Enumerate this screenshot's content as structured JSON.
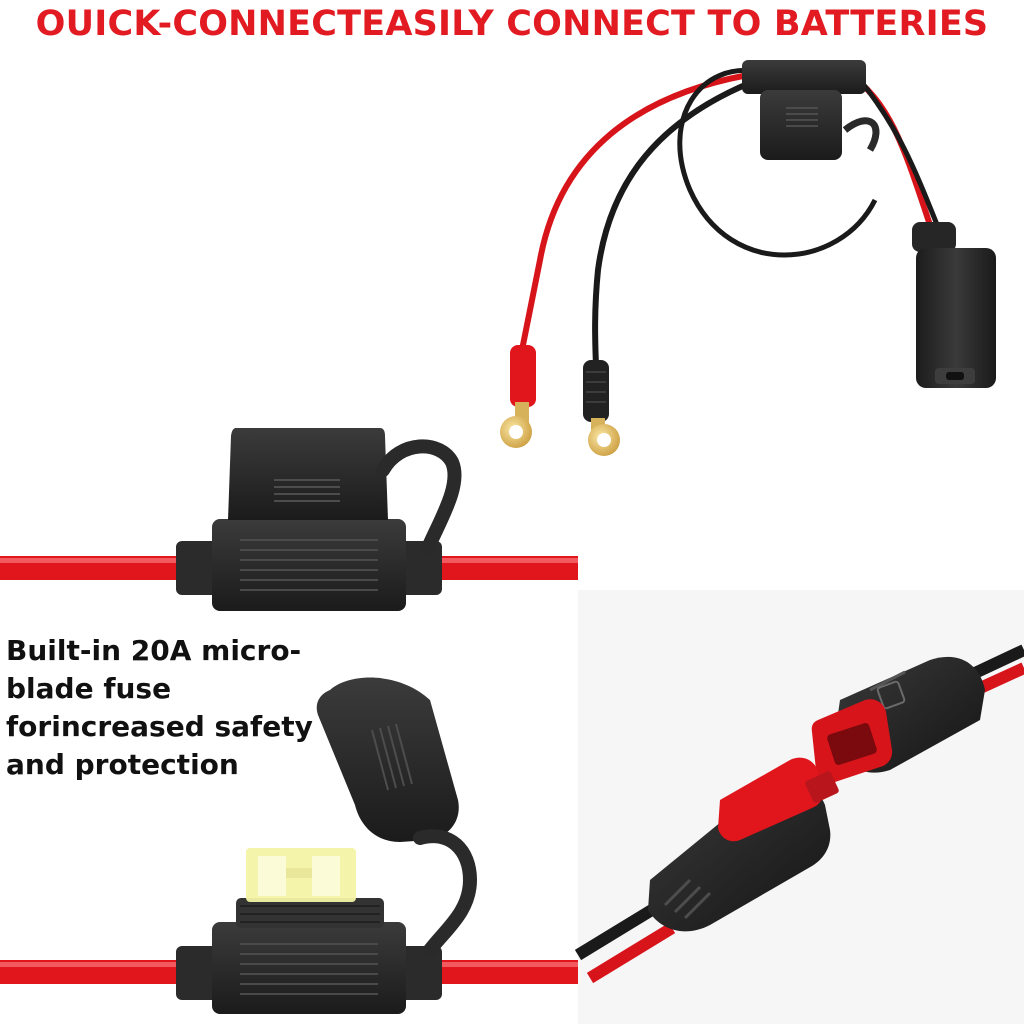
{
  "headline": "OUICK-CONNECTEASILY CONNECT TO BATTERIES",
  "caption": {
    "line1": "Built-in 20A micro-",
    "line2": "blade fuse",
    "line3": "forincreased safety",
    "line4": "and protection"
  },
  "colors": {
    "headline": "#e21b23",
    "wire_red": "#e0161c",
    "housing_black": "#2a2a2a",
    "fuse_yellow": "#f4f3a6",
    "terminal_gold": "#e8c66a"
  },
  "images": [
    "battery-harness-with-ring-terminals",
    "inline-fuse-holder-closed",
    "inline-fuse-holder-open-with-fuse",
    "quick-connect-plug-and-socket"
  ]
}
